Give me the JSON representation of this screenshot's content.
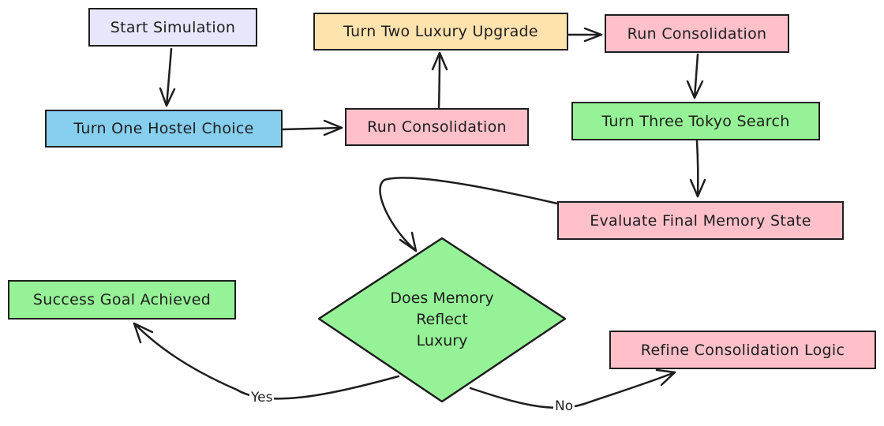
{
  "nodes": {
    "start": "Start Simulation",
    "turn_one": "Turn One Hostel Choice",
    "consolidation_1": "Run Consolidation",
    "turn_two": "Turn Two Luxury Upgrade",
    "consolidation_2": "Run Consolidation",
    "turn_three": "Turn Three Tokyo Search",
    "evaluate": "Evaluate Final Memory State",
    "decision": [
      "Does Memory",
      "Reflect",
      "Luxury"
    ],
    "success": "Success Goal Achieved",
    "refine": "Refine Consolidation Logic"
  },
  "edges": {
    "yes_label": "Yes",
    "no_label": "No"
  },
  "colors": {
    "lavender": "#e7e6fb",
    "blue": "#86cfee",
    "pink": "#ffc0ca",
    "peach": "#ffe3ae",
    "green": "#96f296",
    "stroke": "#1e1e1e"
  }
}
